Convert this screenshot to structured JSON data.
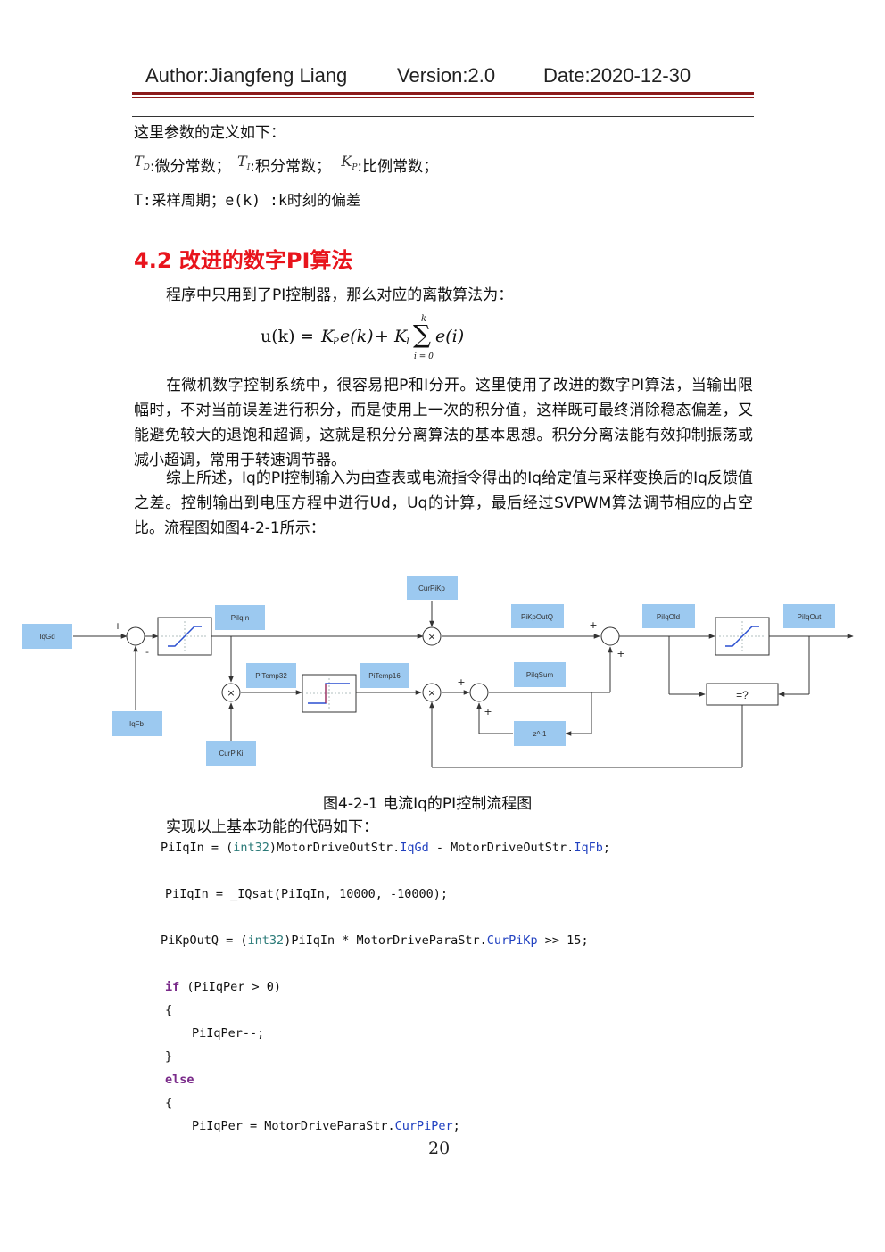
{
  "header": {
    "author": "Author:Jiangfeng Liang",
    "version": "Version:2.0",
    "date": "Date:2020-12-30"
  },
  "param_intro": "这里参数的定义如下：",
  "params": {
    "td_sym": "T",
    "td_sub": "D",
    "td_desc": ":微分常数；",
    "ti_sym": "T",
    "ti_sub": "I",
    "ti_desc": ":积分常数；",
    "kp_sym": "K",
    "kp_sub": "P",
    "kp_desc": ":比例常数；",
    "line3": "T:采样周期；e(k) :k时刻的偏差"
  },
  "section_title": "4.2 改进的数字PI算法",
  "intro_line": "程序中只用到了PI控制器，那么对应的离散算法为：",
  "formula": {
    "lhs": "u(k)",
    "eq": "=",
    "kp": "K",
    "kp_sub": "P",
    "ek": "e(k)",
    "plus": "+",
    "ki": "K",
    "ki_sub": "I",
    "sum_top": "k",
    "sum_bottom": "i = 0",
    "ei": "e(i)"
  },
  "paragraph1": "在微机数字控制系统中，很容易把P和I分开。这里使用了改进的数字PI算法，当输出限幅时，不对当前误差进行积分，而是使用上一次的积分值，这样既可最终消除稳态偏差，又能避免较大的退饱和超调，这就是积分分离算法的基本思想。积分分离法能有效抑制振荡或减小超调，常用于转速调节器。",
  "paragraph2": "综上所述，Iq的PI控制输入为由查表或电流指令得出的Iq给定值与采样变换后的Iq反馈值之差。控制输出到电压方程中进行Ud，Uq的计算，最后经过SVPWM算法调节相应的占空比。流程图如图4-2-1所示：",
  "diagram": {
    "boxes": {
      "iqgd": "IqGd",
      "iqfb": "IqFb",
      "piiqin": "PiIqIn",
      "curpikp": "CurPiKp",
      "pikpoutq": "PiKpOutQ",
      "piiqold": "PiIqOld",
      "piiqout": "PiIqOut",
      "pitemp32": "PiTemp32",
      "pitemp16": "PiTemp16",
      "piiqsum": "PiIqSum",
      "curpiki": "CurPiKi",
      "z1": "z^-1",
      "compare": "=?"
    },
    "signs": {
      "plus": "+",
      "minus": "-",
      "times": "×"
    }
  },
  "figure_caption": "图4-2-1 电流Iq的PI控制流程图",
  "code_intro": "实现以上基本功能的代码如下：",
  "code": {
    "l1_a": "PiIqIn = (",
    "l1_type": "int32",
    "l1_b": ")MotorDriveOutStr.",
    "l1_mem1": "IqGd",
    "l1_c": " - MotorDriveOutStr.",
    "l1_mem2": "IqFb",
    "l1_d": ";",
    "l2": "PiIqIn = _IQsat(PiIqIn, 10000, -10000);",
    "l3_a": "PiKpOutQ = (",
    "l3_type": "int32",
    "l3_b": ")PiIqIn * MotorDriveParaStr.",
    "l3_mem": "CurPiKp",
    "l3_c": " >> 15;",
    "l4_kw": "if",
    "l4_rest": " (PiIqPer > 0)",
    "l5": "{",
    "l6": "PiIqPer--;",
    "l7": "}",
    "l8_kw": "else",
    "l9": "{",
    "l10_a": "PiIqPer = MotorDriveParaStr.",
    "l10_mem": "CurPiPer",
    "l10_b": ";"
  },
  "page_number": "20",
  "colors": {
    "heading": "#e8141c",
    "box_fill": "#9cc9f0",
    "header_rule": "#8b1a1a"
  }
}
